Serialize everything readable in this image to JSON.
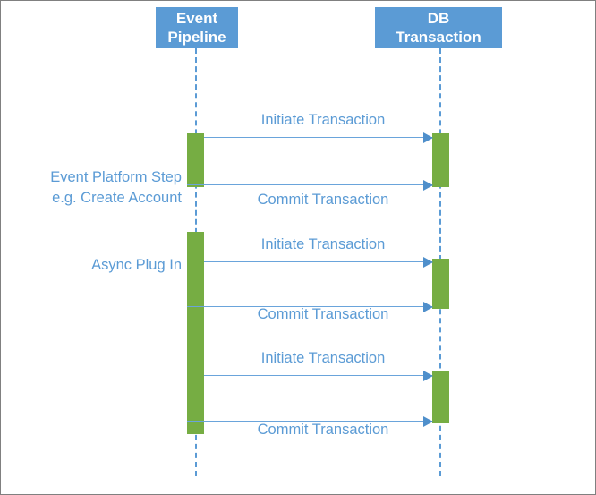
{
  "diagram": {
    "type": "sequence-diagram",
    "title": "Event Pipeline / DB Transaction sequence",
    "colors": {
      "participant_fill": "#5B9BD5",
      "participant_text": "#FFFFFF",
      "activation_fill": "#76AD43",
      "message_line": "#6AA4DB",
      "message_text": "#5B9BD5",
      "lifeline": "#5B9BD5",
      "canvas": "#FFFFFF",
      "border": "#808080"
    },
    "participants": [
      {
        "id": "event-pipeline",
        "label": "Event\nPipeline"
      },
      {
        "id": "db-transaction",
        "label": "DB\nTransaction"
      }
    ],
    "notes": [
      {
        "id": "event-platform-step",
        "label": "Event Platform Step\ne.g. Create Account"
      },
      {
        "id": "async-plug-in",
        "label": "Async Plug In"
      }
    ],
    "messages": [
      {
        "id": "initiate-1",
        "label": "Initiate Transaction",
        "from": "event-pipeline",
        "to": "db-transaction",
        "direction": "right"
      },
      {
        "id": "commit-1",
        "label": "Commit Transaction",
        "from": "event-pipeline",
        "to": "db-transaction",
        "direction": "right"
      },
      {
        "id": "initiate-2",
        "label": "Initiate Transaction",
        "from": "event-pipeline",
        "to": "db-transaction",
        "direction": "right"
      },
      {
        "id": "commit-2",
        "label": "Commit Transaction",
        "from": "event-pipeline",
        "to": "db-transaction",
        "direction": "right"
      },
      {
        "id": "initiate-3",
        "label": "Initiate Transaction",
        "from": "event-pipeline",
        "to": "db-transaction",
        "direction": "right"
      },
      {
        "id": "commit-3",
        "label": "Commit Transaction",
        "from": "event-pipeline",
        "to": "db-transaction",
        "direction": "right"
      }
    ]
  }
}
